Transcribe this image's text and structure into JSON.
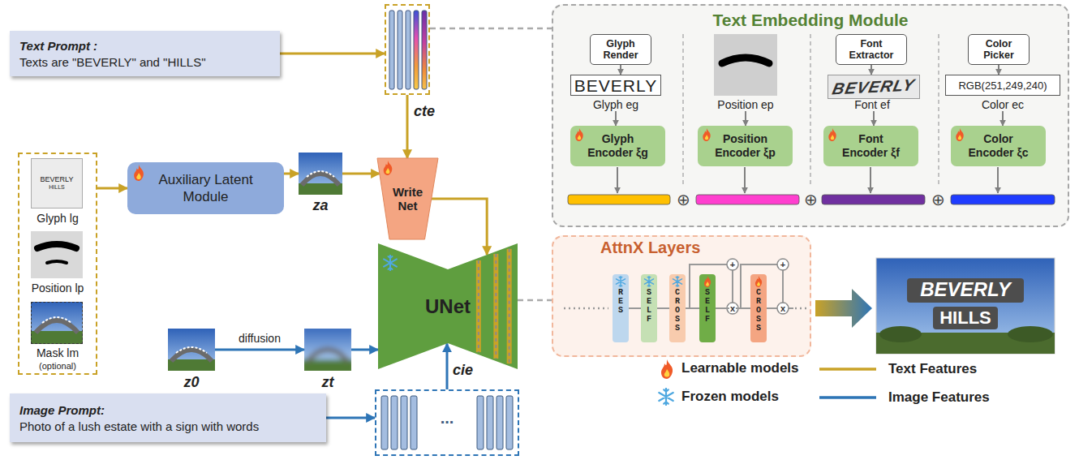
{
  "diagram": {
    "nodes": [
      {
        "text": [
          "Text Prompt :",
          "Texts are \"BEVERLY\" and \"HILLS\""
        ]
      },
      {
        "text": [
          "cte"
        ]
      },
      {
        "text": []
      },
      {
        "text": [
          "BEVERLY",
          "HILLS",
          "Glyph lg"
        ],
        "in": 2
      },
      {
        "text": [
          "Position lp"
        ],
        "in": 2
      },
      {
        "text": [
          "Mask lm",
          "(optional)"
        ],
        "in": 2
      },
      {
        "text": [
          "Auxiliary Latent Module"
        ]
      },
      {
        "text": [
          "za"
        ]
      },
      {
        "text": [
          "Write Net"
        ]
      },
      {
        "text": [
          "z0"
        ]
      },
      {
        "text": [
          "zt"
        ]
      },
      {
        "text": [
          "UNet"
        ]
      },
      {
        "text": [
          "cie"
        ]
      },
      {
        "text": [
          "Image Prompt:",
          "Photo of a lush estate with a sign with words"
        ]
      },
      {
        "text": [
          "Text Embedding Module"
        ]
      },
      {
        "text": [
          "Glyph Render"
        ],
        "in": 14
      },
      {
        "text": [
          "BEVERLY",
          "Glyph eg"
        ],
        "in": 14
      },
      {
        "text": [
          "Glyph Encoder ξg"
        ],
        "in": 14
      },
      {
        "text": [
          "Position ep"
        ],
        "in": 14
      },
      {
        "text": [
          "Position Encoder ξp"
        ],
        "in": 14
      },
      {
        "text": [
          "Font Extractor"
        ],
        "in": 14
      },
      {
        "text": [
          "BEVERLY",
          "Font ef"
        ],
        "in": 14
      },
      {
        "text": [
          "Font Encoder ξf"
        ],
        "in": 14
      },
      {
        "text": [
          "Color Picker"
        ],
        "in": 14
      },
      {
        "text": [
          "RGB(251,249,240)",
          "Color ec"
        ],
        "in": 14
      },
      {
        "text": [
          "Color Encoder ξc"
        ],
        "in": 14
      },
      {
        "text": [
          "AttnX Layers"
        ]
      },
      {
        "text": [
          "RES"
        ],
        "in": 26
      },
      {
        "text": [
          "SELF"
        ],
        "in": 26
      },
      {
        "text": [
          "CROSS"
        ],
        "in": 26
      },
      {
        "text": [
          "SELF"
        ],
        "in": 26
      },
      {
        "text": [
          "CROSS"
        ],
        "in": 26
      }
    ],
    "edges": [
      {
        "from": 0,
        "to": 1,
        "arrow": "to"
      },
      {
        "from": 1,
        "to": 8,
        "arrow": "to"
      },
      {
        "from": 2,
        "to": 6,
        "arrow": "to"
      },
      {
        "from": 6,
        "to": 7,
        "arrow": "to"
      },
      {
        "from": 7,
        "to": 8,
        "arrow": "to"
      },
      {
        "from": 8,
        "to": 11,
        "arrow": "to"
      },
      {
        "from": 9,
        "to": 10,
        "label": "diffusion",
        "arrow": "to"
      },
      {
        "from": 10,
        "to": 11,
        "arrow": "to"
      },
      {
        "from": 13,
        "to": 12,
        "arrow": "to"
      },
      {
        "from": 12,
        "to": 11,
        "arrow": "to"
      },
      {
        "from": 1,
        "to": 14,
        "arrow": "none"
      },
      {
        "from": 11,
        "to": 26,
        "arrow": "none"
      },
      {
        "from": 15,
        "to": 16,
        "arrow": "to"
      },
      {
        "from": 16,
        "to": 17,
        "arrow": "to"
      },
      {
        "from": 18,
        "to": 19,
        "arrow": "to"
      },
      {
        "from": 20,
        "to": 21,
        "arrow": "to"
      },
      {
        "from": 21,
        "to": 22,
        "arrow": "to"
      },
      {
        "from": 23,
        "to": 24,
        "arrow": "to"
      },
      {
        "from": 24,
        "to": 25,
        "arrow": "to"
      },
      {
        "from": 27,
        "to": 28,
        "arrow": "none"
      },
      {
        "from": 28,
        "to": 29,
        "arrow": "none"
      },
      {
        "from": 29,
        "to": 30,
        "arrow": "none"
      },
      {
        "from": 30,
        "to": 31,
        "arrow": "none"
      }
    ],
    "labels": [
      "⊕",
      "⊕",
      "⊕",
      "+",
      "+",
      "x",
      "x",
      "...",
      "BEVERLY",
      "HILLS"
    ],
    "legend": [
      {
        "text": "Learnable models"
      },
      {
        "text": "Frozen models"
      },
      {
        "text": "Text Features"
      },
      {
        "text": "Image Features"
      }
    ]
  }
}
